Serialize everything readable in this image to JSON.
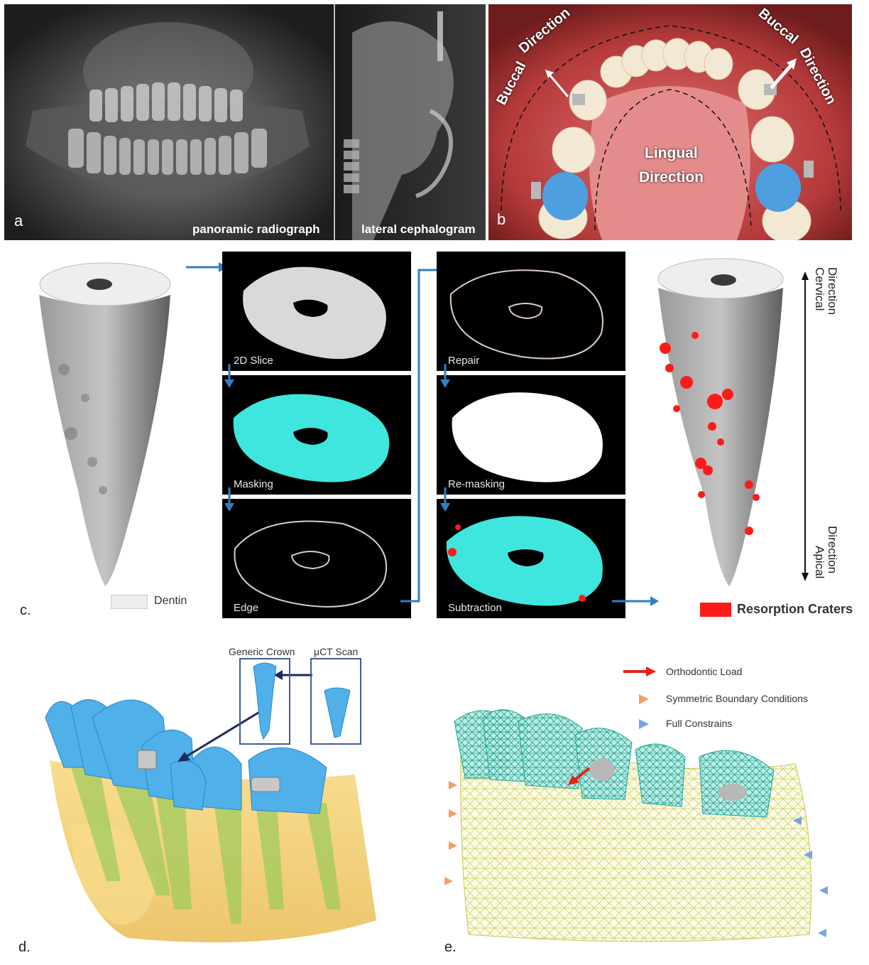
{
  "panel_a": {
    "letter": "a",
    "caption_pano": "panoramic radiograph",
    "caption_ceph": "lateral cephalogram"
  },
  "panel_b": {
    "letter": "b",
    "buccal_left_1": "Buccal",
    "buccal_left_2": "Direction",
    "buccal_right_1": "Buccal",
    "buccal_right_2": "Direction",
    "lingual_1": "Lingual",
    "lingual_2": "Direction"
  },
  "panel_c": {
    "letter": "c.",
    "dentin_legend": "Dentin",
    "resorption_legend": "Resorption Craters",
    "cervical_1": "Cervical",
    "cervical_2": "Direction",
    "apical_1": "Apical",
    "apical_2": "Direction",
    "steps": [
      "2D Slice",
      "Masking",
      "Edge",
      "Repair",
      "Re-masking",
      "Subtraction"
    ],
    "colors": {
      "mask": "#3ee6de",
      "crater": "#ff1a1a",
      "arrow": "#2f7fc4"
    }
  },
  "panel_d": {
    "letter": "d.",
    "generic_crown": "Generic Crown",
    "uct_scan": "μCT Scan",
    "colors": {
      "crown": "#4fb0ea",
      "bone": "#f2c64f",
      "frame": "#3f5b9c"
    }
  },
  "panel_e": {
    "letter": "e.",
    "legend_load": "Orthodontic Load",
    "legend_symmetric": "Symmetric Boundary Conditions",
    "legend_full": "Full Constrains",
    "colors": {
      "load": "#e8201c",
      "symmetric": "#f2a06a",
      "full": "#7aa5e0",
      "mesh_tooth": "#2bb9a9",
      "mesh_bone": "#d8d86a"
    }
  }
}
